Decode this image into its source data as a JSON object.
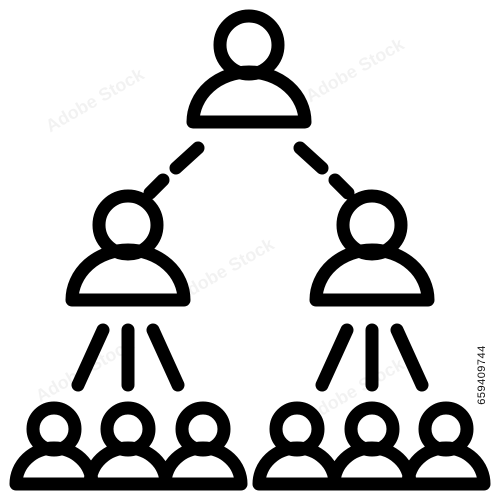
{
  "image": {
    "stock_id": "659409744",
    "watermark": "Adobe Stock",
    "colors": {
      "stroke": "#000000",
      "background": "#ffffff"
    },
    "icons": [
      "leader-person-icon",
      "manager-person-icon",
      "team-member-person-icon",
      "dashed-connector-line",
      "broadcast-ray-line"
    ]
  }
}
